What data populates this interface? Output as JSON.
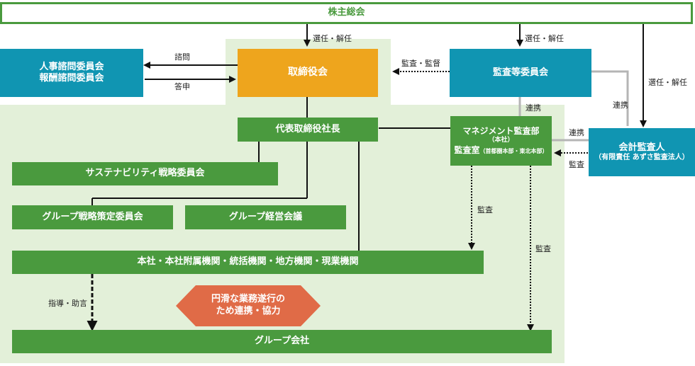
{
  "shareholders": "株主総会",
  "board": "取締役会",
  "hr_committee": [
    "人事諮問委員会",
    "報酬諮問委員会"
  ],
  "audit_committee": "監査等委員会",
  "president": "代表取締役社長",
  "sustainability": "サステナビリティ戦略委員会",
  "group_strategy": "グループ戦略策定委員会",
  "group_management": "グループ経営会議",
  "offices": "本社・本社附属機関・統括機関・地方機関・現業機関",
  "group_companies": "グループ会社",
  "mgmt_audit": {
    "line1": "マネジメント監査部",
    "line2": "（本社）",
    "line3": "監査室",
    "line3_note": "（首都圏本部・東北本部）"
  },
  "accountant": {
    "line1": "会計監査人",
    "line2": "（有限責任 あずさ監査法人）"
  },
  "cooperation": [
    "円滑な業務遂行の",
    "ため連携・協力"
  ],
  "labels": {
    "elect_board": "選任・解任",
    "elect_audit": "選任・解任",
    "elect_accountant": "選任・解任",
    "consult": "諮問",
    "report": "答申",
    "audit_supervise": "監査・監督",
    "link1": "連携",
    "link2": "連携",
    "link3": "連携",
    "audit1": "監査",
    "audit2": "監査",
    "audit3": "監査",
    "guidance": "指導・助言"
  },
  "colors": {
    "green": "#4a9a3e",
    "teal": "#1095b2",
    "orange": "#eea51d",
    "bg": "#e3f0d9",
    "hex": "#e06b47"
  }
}
